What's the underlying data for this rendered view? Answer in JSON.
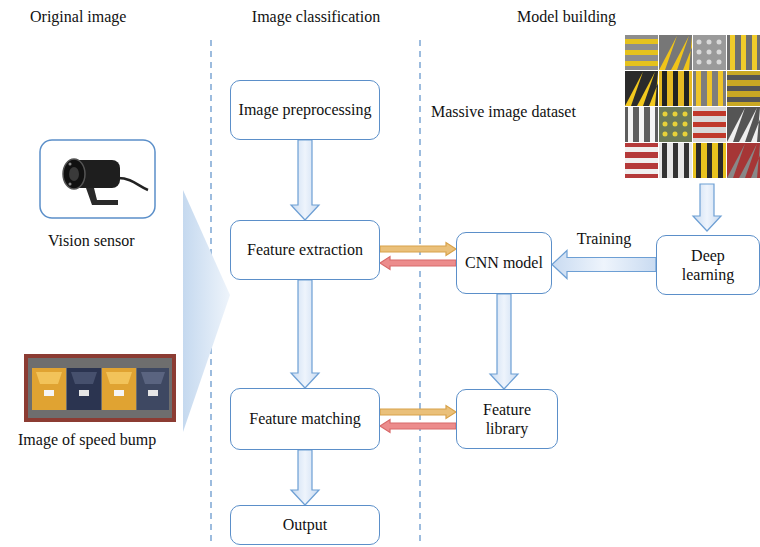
{
  "diagram": {
    "nodes": [
      {
        "text": [
          "Image preprocessing"
        ]
      },
      {
        "text": [
          "Feature extraction"
        ]
      },
      {
        "text": [
          "Feature matching"
        ]
      },
      {
        "text": [
          "Output"
        ]
      },
      {
        "text": [
          "CNN model"
        ]
      },
      {
        "text": [
          "Feature library"
        ]
      },
      {
        "text": [
          "Deep learning"
        ]
      }
    ],
    "edges": [
      {
        "from": 0,
        "to": 1,
        "arrow": "to"
      },
      {
        "from": 1,
        "to": 2,
        "arrow": "to"
      },
      {
        "from": 2,
        "to": 3,
        "arrow": "to"
      },
      {
        "from": 1,
        "to": 4,
        "arrow": "to"
      },
      {
        "from": 4,
        "to": 1,
        "arrow": "to"
      },
      {
        "from": 6,
        "to": 4,
        "label": "Training",
        "arrow": "to"
      },
      {
        "from": 4,
        "to": 5,
        "arrow": "to"
      },
      {
        "from": 2,
        "to": 5,
        "arrow": "to"
      },
      {
        "from": 5,
        "to": 2,
        "arrow": "to"
      }
    ],
    "labels": [
      "Original image",
      "Image classification",
      "Model building",
      "Vision sensor",
      "Image of speed bump",
      "Massive image dataset"
    ]
  }
}
